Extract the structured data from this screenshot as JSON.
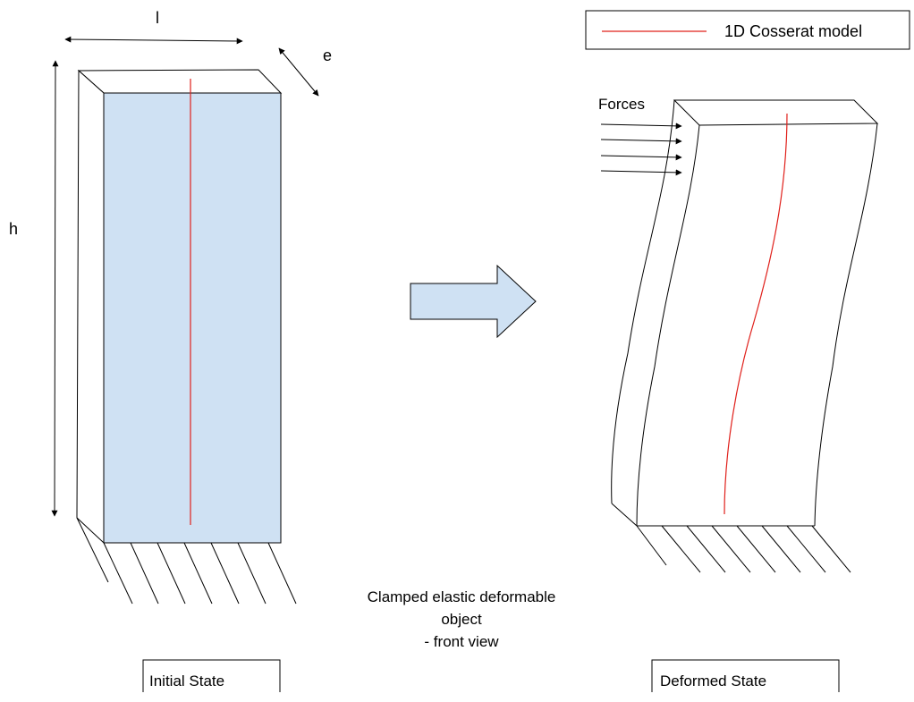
{
  "legend": {
    "label": "1D Cosserat model",
    "line_color": "#e0201b"
  },
  "initial": {
    "dim_l": "l",
    "dim_e": "e",
    "dim_h": "h",
    "state_label": "Initial State",
    "fill_color": "#cfe1f3"
  },
  "deformed": {
    "forces_label": "Forces",
    "state_label": "Deformed State"
  },
  "caption": {
    "line1": "Clamped elastic deformable",
    "line2": "object",
    "line3": "- front view"
  },
  "transition_arrow": {
    "fill_color": "#cfe1f3"
  }
}
